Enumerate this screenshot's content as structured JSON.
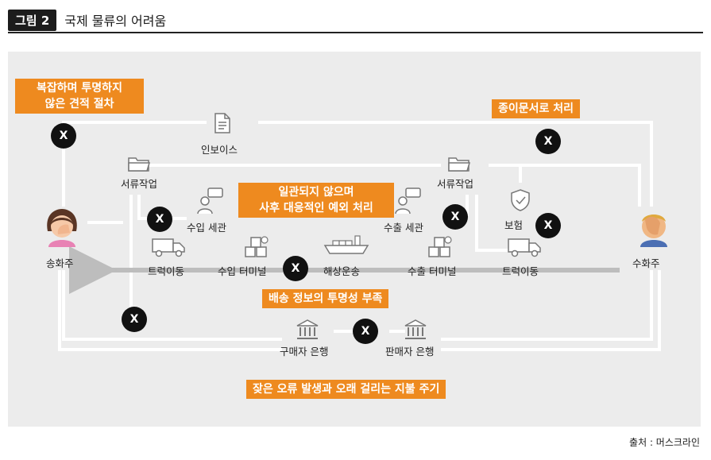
{
  "header": {
    "figure_label": "그림 2",
    "title": "국제 물류의 어려움"
  },
  "nodes": {
    "shipper": "송화주",
    "consignee": "수화주",
    "invoice": "인보이스",
    "paperwork_left": "서류작업",
    "paperwork_right": "서류작업",
    "import_customs": "수입 세관",
    "export_customs": "수출 세관",
    "insurance": "보험",
    "truck_left": "트럭이동",
    "truck_right": "트럭이동",
    "import_terminal": "수입 터미널",
    "export_terminal": "수출 터미널",
    "shipping": "해상운송",
    "buyer_bank": "구매자 은행",
    "seller_bank": "판매자 은행"
  },
  "callouts": {
    "opaque_process_line1": "복잡하며 투명하지",
    "opaque_process_line2": "않은 견적 절차",
    "paper_processing": "종이문서로 처리",
    "exceptions_line1": "일관되지 않으며",
    "exceptions_line2": "사후 대응적인 예외 처리",
    "shipping_info": "배송 정보의 투명성 부족",
    "payment_delay": "잦은 오류 발생과 오래 걸리는 지불 주기"
  },
  "x_mark": "X",
  "source": "출처 : 머스크라인",
  "colors": {
    "accent": "#ee8a1f",
    "panel": "#ececec",
    "line": "#ffffff",
    "mark": "#111111"
  },
  "icons": [
    "document-icon",
    "folder-icon",
    "person-speech-icon",
    "shield-icon",
    "truck-icon",
    "boxes-icon",
    "cargo-ship-icon",
    "bank-icon",
    "facepalm-person-icon"
  ]
}
